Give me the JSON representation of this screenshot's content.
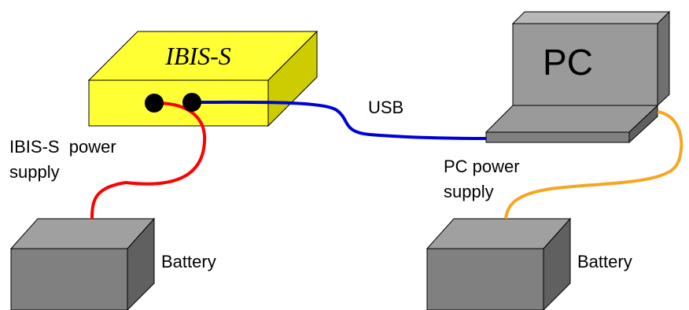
{
  "diagram": {
    "device_title": "IBIS-S",
    "pc_label": "PC",
    "usb_label": "USB",
    "ibis_power_line1": "IBIS-S  power",
    "ibis_power_line2": "supply",
    "pc_power_line1": "PC power",
    "pc_power_line2": "supply",
    "battery_left_label": "Battery",
    "battery_right_label": "Battery"
  },
  "colors": {
    "device_fill": "#ffff33",
    "battery_fill": "#808080",
    "pc_fill": "#9a9a9a",
    "red_cable": "#ff0000",
    "blue_cable": "#0000dd",
    "orange_cable": "#f5a623"
  }
}
